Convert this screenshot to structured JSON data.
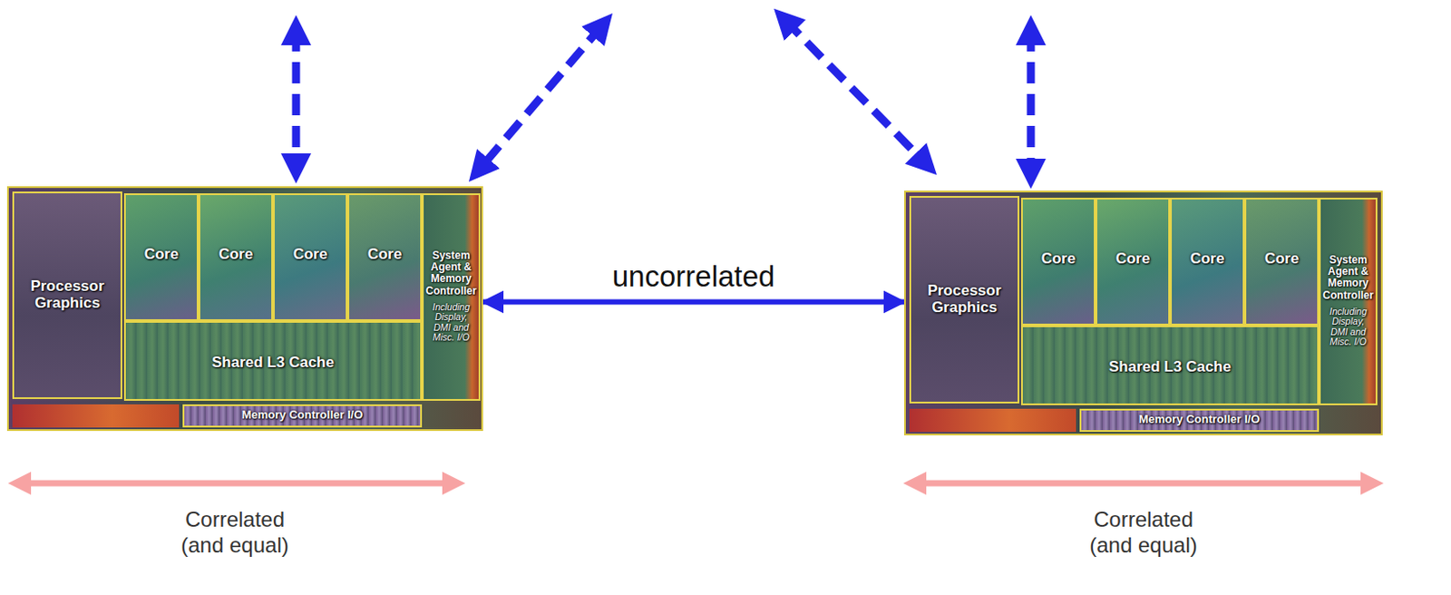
{
  "diagram": {
    "nodes": [
      {
        "text": []
      },
      {
        "text": [
          "Processor Graphics"
        ],
        "in": 0
      },
      {
        "text": [
          "Core"
        ],
        "in": 0
      },
      {
        "text": [
          "Core"
        ],
        "in": 0
      },
      {
        "text": [
          "Core"
        ],
        "in": 0
      },
      {
        "text": [
          "Core"
        ],
        "in": 0
      },
      {
        "text": [
          "System Agent & Memory Controller",
          "Including Display, DMI and Misc. I/O"
        ],
        "in": 0
      },
      {
        "text": [
          "Shared L3 Cache"
        ],
        "in": 0
      },
      {
        "text": [
          "Memory Controller I/O"
        ],
        "in": 0
      },
      {
        "text": []
      },
      {
        "text": [
          "Processor Graphics"
        ],
        "in": 9
      },
      {
        "text": [
          "Core"
        ],
        "in": 9
      },
      {
        "text": [
          "Core"
        ],
        "in": 9
      },
      {
        "text": [
          "Core"
        ],
        "in": 9
      },
      {
        "text": [
          "Core"
        ],
        "in": 9
      },
      {
        "text": [
          "System Agent & Memory Controller",
          "Including Display, DMI and Misc. I/O"
        ],
        "in": 9
      },
      {
        "text": [
          "Shared L3 Cache"
        ],
        "in": 9
      },
      {
        "text": [
          "Memory Controller I/O"
        ],
        "in": 9
      }
    ],
    "edges": [
      {
        "from": 0,
        "to": 9,
        "arrow": "both",
        "label": "uncorrelated"
      }
    ],
    "labels": [
      "Correlated (and equal)",
      "Correlated (and equal)"
    ]
  }
}
